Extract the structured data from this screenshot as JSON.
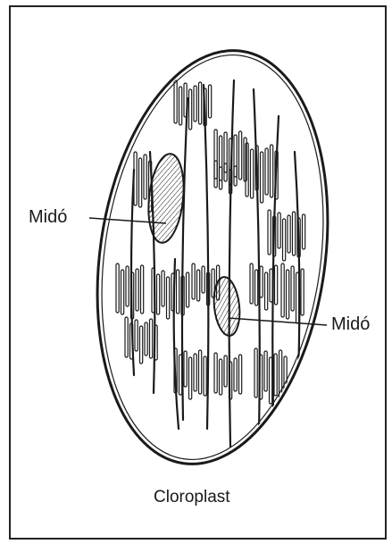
{
  "diagram": {
    "labels": {
      "left": "Midó",
      "right": "Midó"
    },
    "caption": "Cloroplast"
  },
  "colors": {
    "ink": "#1a1a1a",
    "paper": "#ffffff"
  }
}
